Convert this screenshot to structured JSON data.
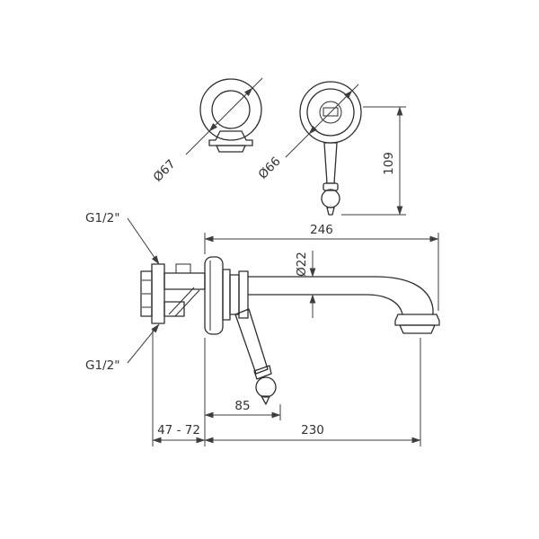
{
  "drawing": {
    "subject": "wall-mounted-faucet-dimension-drawing",
    "colors": {
      "line": "#2e2e2e",
      "dimension": "#3d3d3d",
      "background": "#ffffff"
    },
    "dims": {
      "rosette_diameter": "Ø67",
      "handle_rosette_diameter": "Ø66",
      "handle_height": "109",
      "spout_reach_total": "246",
      "spout_tube_diameter": "Ø22",
      "connection_top": "G1/2\"",
      "connection_bottom": "G1/2\"",
      "handle_tip_distance": "85",
      "wall_mounting_depth_range": "47 - 72",
      "spout_projection": "230"
    }
  }
}
